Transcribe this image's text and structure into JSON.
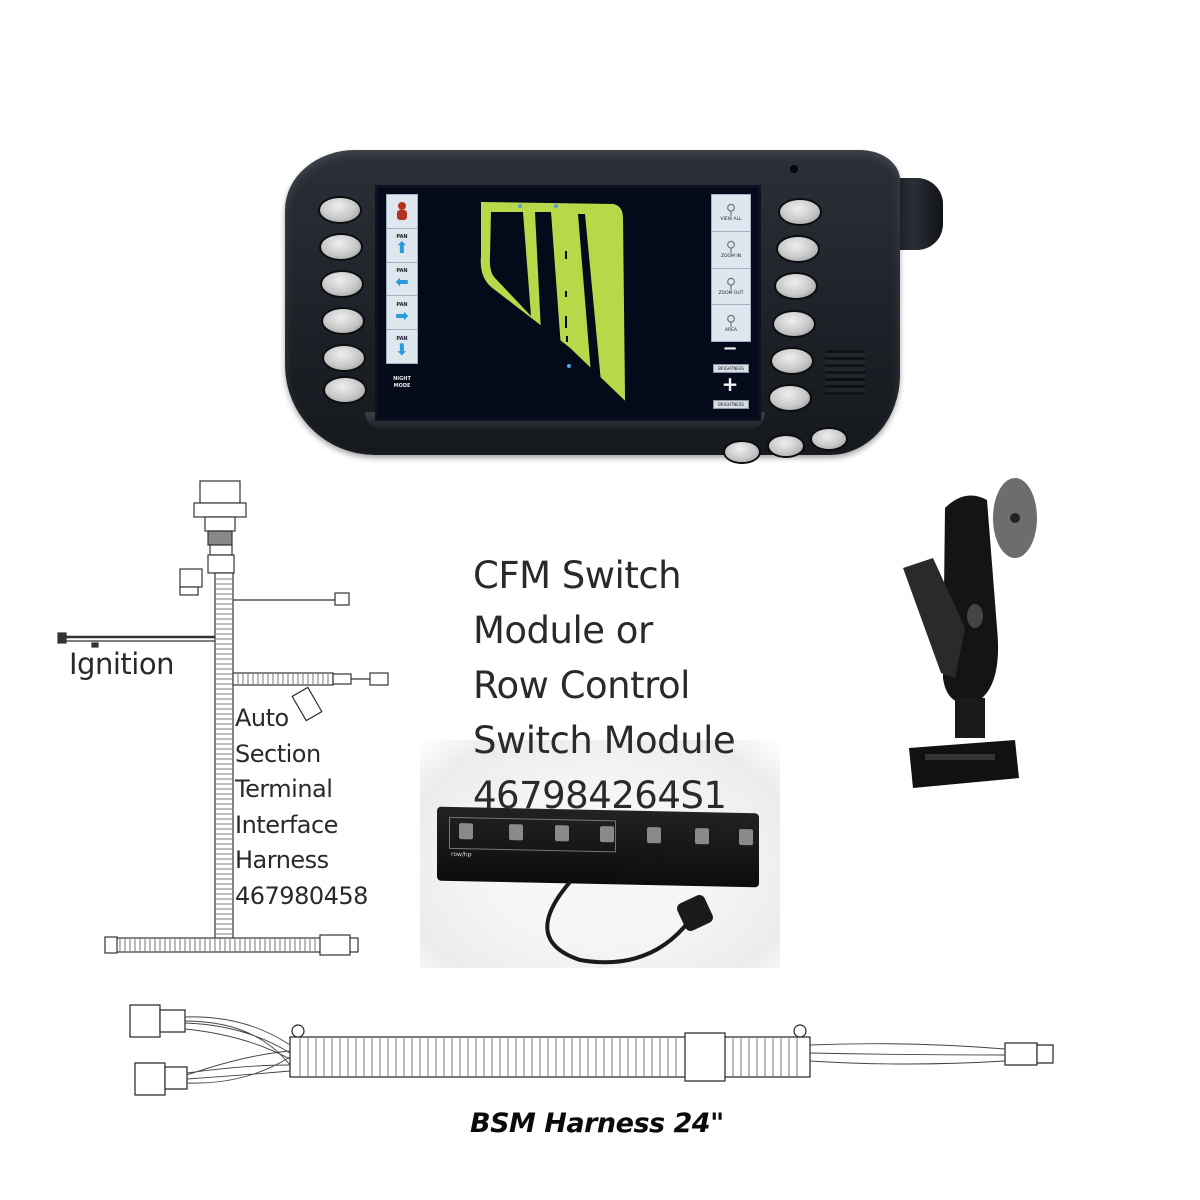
{
  "terminal": {
    "left_softkeys": [
      {
        "icon": "operator-icon",
        "caption": ""
      },
      {
        "icon": "arrow-up-icon",
        "caption": "PAN"
      },
      {
        "icon": "arrow-left-icon",
        "caption": "PAN"
      },
      {
        "icon": "arrow-right-icon",
        "caption": "PAN"
      },
      {
        "icon": "arrow-down-icon",
        "caption": "PAN"
      }
    ],
    "arrow_glyphs": {
      "up": "⬆",
      "left": "⬅",
      "right": "➡",
      "down": "⬇"
    },
    "night_mode_line1": "NIGHT",
    "night_mode_line2": "MODE",
    "right_softkeys": [
      {
        "icon": "zoom-all-icon",
        "caption": "VIEW ALL"
      },
      {
        "icon": "zoom-in-icon",
        "caption": "ZOOM IN"
      },
      {
        "icon": "zoom-out-icon",
        "caption": "ZOOM OUT"
      },
      {
        "icon": "zoom-area-icon",
        "caption": "AREA"
      }
    ],
    "magnifier_glyph": "⚲",
    "minus_glyph": "−",
    "plus_glyph": "+",
    "brightness_label": "BRIGHTNESS",
    "colors": {
      "bezel": "#1d2127",
      "screen": "#050a1a",
      "coverage": "#b6d94a",
      "softkey_bg": "#dfe7ee",
      "arrow": "#2a9ad8",
      "operator": "#b5321e"
    }
  },
  "ati_harness": {
    "ignition_label": "Ignition",
    "name_lines": [
      "Auto",
      "Section",
      "Terminal",
      "Interface",
      "Harness",
      "467980458"
    ]
  },
  "switch_module": {
    "name_lines": [
      "CFM Switch",
      "Module or",
      "Row Control",
      "Switch Module",
      "467984264S1"
    ],
    "panel_brand": "row/hp"
  },
  "bsm_harness": {
    "caption": "BSM Harness 24\""
  }
}
